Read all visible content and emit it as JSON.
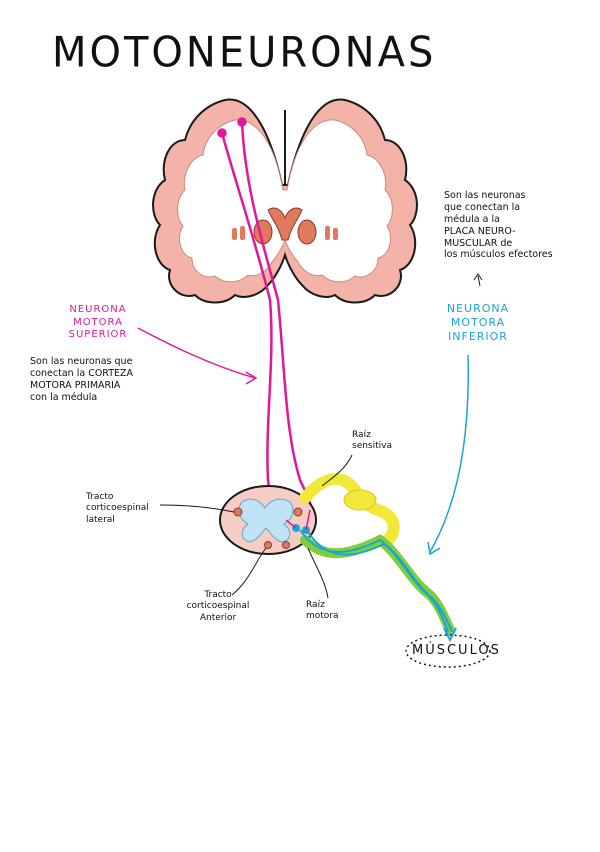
{
  "title": "MOTONEURONAS",
  "upper_neuron": {
    "label": "NEURONA\nMOTORA\nSUPERIOR",
    "description": "Son las neuronas que\nconectan la CORTEZA\nMOTORA PRIMARIA\ncon la médula"
  },
  "lower_neuron": {
    "label": "NEURONA\nMOTORA\nINFERIOR",
    "description": "Son las neuronas\nque conectan la\nmédula a la\nPLACA NEURO-\nMUSCULAR de\nlos músculos efectores"
  },
  "labels": {
    "raiz_sensitiva": "Raíz\nsensitiva",
    "tracto_lateral": "Tracto\ncorticoespinal\nlateral",
    "tracto_anterior": "Tracto\ncorticoespinal\nAnterior",
    "raiz_motora": "Raíz\nmotora",
    "musculos": "MÚSCULOS"
  },
  "colors": {
    "upper_motor": "#e0179a",
    "lower_motor": "#19a5d8",
    "sensory": "#f2e83a",
    "motor_root_green": "#7fcf3a",
    "cortex": "#f4b3a8",
    "white_matter": "#ffffff",
    "grey_matter": "#bfe3f2"
  }
}
